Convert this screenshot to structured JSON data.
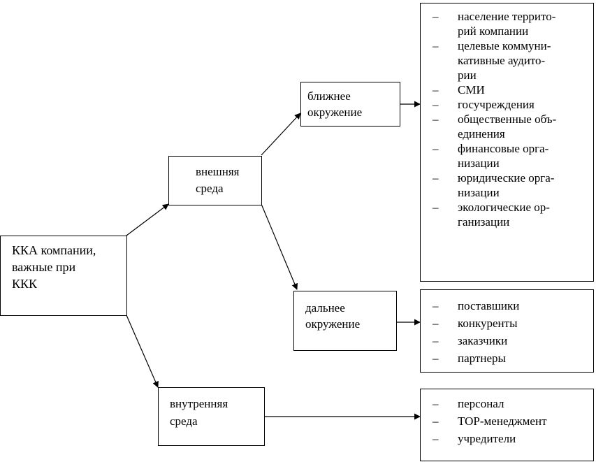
{
  "root": {
    "lines": [
      "ККА компании,",
      "важные при",
      "ККК"
    ]
  },
  "external": {
    "lines": [
      "внешняя",
      "среда"
    ]
  },
  "internal": {
    "lines": [
      "внутренняя",
      "среда"
    ]
  },
  "near": {
    "lines": [
      "ближнее",
      "окружение"
    ]
  },
  "far": {
    "lines": [
      "дальнее",
      "окружение"
    ]
  },
  "near_list": {
    "lines": [
      {
        "dash": "–",
        "text": "население террито-"
      },
      {
        "dash": "",
        "text": "рий компании"
      },
      {
        "dash": "–",
        "text": "целевые коммуни-"
      },
      {
        "dash": "",
        "text": "кативные аудито-"
      },
      {
        "dash": "",
        "text": "рии"
      },
      {
        "dash": "–",
        "text": "СМИ"
      },
      {
        "dash": "–",
        "text": "госучреждения"
      },
      {
        "dash": "–",
        "text": "общественные объ-"
      },
      {
        "dash": "",
        "text": "единения"
      },
      {
        "dash": "–",
        "text": "финансовые орга-"
      },
      {
        "dash": "",
        "text": "низации"
      },
      {
        "dash": "–",
        "text": "юридические орга-"
      },
      {
        "dash": "",
        "text": "низации"
      },
      {
        "dash": "–",
        "text": "экологические ор-"
      },
      {
        "dash": "",
        "text": "ганизации"
      }
    ]
  },
  "far_list": {
    "lines": [
      {
        "dash": "–",
        "text": "поставшики"
      },
      {
        "dash": "–",
        "text": "конкуренты"
      },
      {
        "dash": "–",
        "text": "заказчики"
      },
      {
        "dash": "–",
        "text": "партнеры"
      }
    ]
  },
  "internal_list": {
    "lines": [
      {
        "dash": "–",
        "text": "персонал"
      },
      {
        "dash": "–",
        "text": "ТОР-менеджмент"
      },
      {
        "dash": "–",
        "text": "учредители"
      }
    ]
  }
}
